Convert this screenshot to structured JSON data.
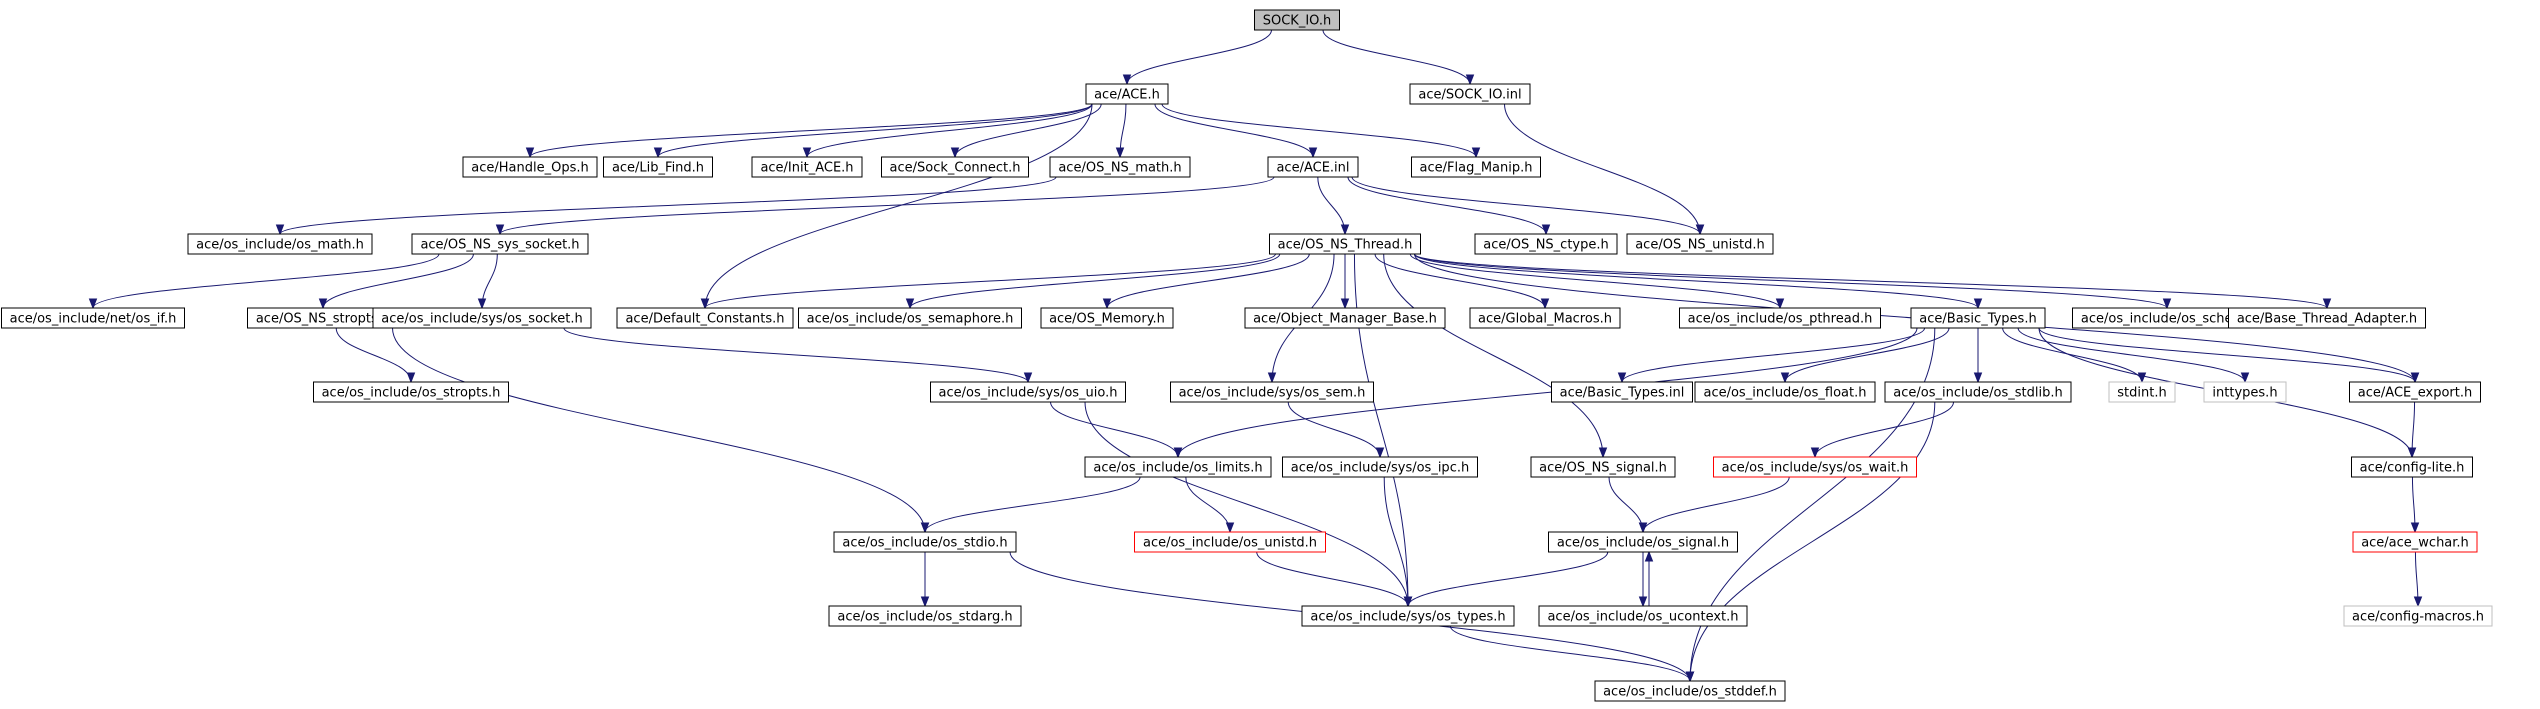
{
  "diagram": {
    "type": "include-dependency-graph",
    "nodes": [
      {
        "id": "sock_io_h",
        "label": "SOCK_IO.h",
        "style": "root"
      },
      {
        "id": "ace_h",
        "label": "ace/ACE.h",
        "style": "normal"
      },
      {
        "id": "sock_io_inl",
        "label": "ace/SOCK_IO.inl",
        "style": "normal"
      },
      {
        "id": "handle_ops",
        "label": "ace/Handle_Ops.h",
        "style": "normal"
      },
      {
        "id": "lib_find",
        "label": "ace/Lib_Find.h",
        "style": "normal"
      },
      {
        "id": "init_ace",
        "label": "ace/Init_ACE.h",
        "style": "normal"
      },
      {
        "id": "sock_connect",
        "label": "ace/Sock_Connect.h",
        "style": "normal"
      },
      {
        "id": "os_ns_math",
        "label": "ace/OS_NS_math.h",
        "style": "normal"
      },
      {
        "id": "ace_inl",
        "label": "ace/ACE.inl",
        "style": "normal"
      },
      {
        "id": "flag_manip",
        "label": "ace/Flag_Manip.h",
        "style": "normal"
      },
      {
        "id": "os_math",
        "label": "ace/os_include/os_math.h",
        "style": "normal"
      },
      {
        "id": "os_ns_sys_socket",
        "label": "ace/OS_NS_sys_socket.h",
        "style": "normal"
      },
      {
        "id": "os_ns_thread",
        "label": "ace/OS_NS_Thread.h",
        "style": "normal"
      },
      {
        "id": "os_ns_ctype",
        "label": "ace/OS_NS_ctype.h",
        "style": "normal"
      },
      {
        "id": "os_ns_unistd",
        "label": "ace/OS_NS_unistd.h",
        "style": "normal"
      },
      {
        "id": "net_os_if",
        "label": "ace/os_include/net/os_if.h",
        "style": "normal"
      },
      {
        "id": "os_ns_stropts",
        "label": "ace/OS_NS_stropts.h",
        "style": "normal"
      },
      {
        "id": "sys_os_socket",
        "label": "ace/os_include/sys/os_socket.h",
        "style": "normal"
      },
      {
        "id": "default_constants",
        "label": "ace/Default_Constants.h",
        "style": "normal"
      },
      {
        "id": "os_semaphore",
        "label": "ace/os_include/os_semaphore.h",
        "style": "normal"
      },
      {
        "id": "os_memory",
        "label": "ace/OS_Memory.h",
        "style": "normal"
      },
      {
        "id": "object_manager_base",
        "label": "ace/Object_Manager_Base.h",
        "style": "normal"
      },
      {
        "id": "global_macros",
        "label": "ace/Global_Macros.h",
        "style": "normal"
      },
      {
        "id": "os_pthread",
        "label": "ace/os_include/os_pthread.h",
        "style": "normal"
      },
      {
        "id": "basic_types_h",
        "label": "ace/Basic_Types.h",
        "style": "normal"
      },
      {
        "id": "os_sched",
        "label": "ace/os_include/os_sched.h",
        "style": "normal"
      },
      {
        "id": "base_thread_adapter",
        "label": "ace/Base_Thread_Adapter.h",
        "style": "normal"
      },
      {
        "id": "os_stropts",
        "label": "ace/os_include/os_stropts.h",
        "style": "normal"
      },
      {
        "id": "sys_os_uio",
        "label": "ace/os_include/sys/os_uio.h",
        "style": "normal"
      },
      {
        "id": "sys_os_sem",
        "label": "ace/os_include/sys/os_sem.h",
        "style": "normal"
      },
      {
        "id": "basic_types_inl",
        "label": "ace/Basic_Types.inl",
        "style": "normal"
      },
      {
        "id": "os_float",
        "label": "ace/os_include/os_float.h",
        "style": "normal"
      },
      {
        "id": "os_stdlib",
        "label": "ace/os_include/os_stdlib.h",
        "style": "normal"
      },
      {
        "id": "stdint",
        "label": "stdint.h",
        "style": "gray"
      },
      {
        "id": "inttypes",
        "label": "inttypes.h",
        "style": "gray"
      },
      {
        "id": "ace_export",
        "label": "ace/ACE_export.h",
        "style": "normal"
      },
      {
        "id": "os_limits",
        "label": "ace/os_include/os_limits.h",
        "style": "normal"
      },
      {
        "id": "sys_os_ipc",
        "label": "ace/os_include/sys/os_ipc.h",
        "style": "normal"
      },
      {
        "id": "os_ns_signal",
        "label": "ace/OS_NS_signal.h",
        "style": "normal"
      },
      {
        "id": "sys_os_wait",
        "label": "ace/os_include/sys/os_wait.h",
        "style": "red"
      },
      {
        "id": "config_lite",
        "label": "ace/config-lite.h",
        "style": "normal"
      },
      {
        "id": "os_stdio",
        "label": "ace/os_include/os_stdio.h",
        "style": "normal"
      },
      {
        "id": "os_unistd",
        "label": "ace/os_include/os_unistd.h",
        "style": "red"
      },
      {
        "id": "os_signal",
        "label": "ace/os_include/os_signal.h",
        "style": "normal"
      },
      {
        "id": "ace_wchar",
        "label": "ace/ace_wchar.h",
        "style": "red"
      },
      {
        "id": "os_stdarg",
        "label": "ace/os_include/os_stdarg.h",
        "style": "normal"
      },
      {
        "id": "sys_os_types",
        "label": "ace/os_include/sys/os_types.h",
        "style": "normal"
      },
      {
        "id": "os_ucontext",
        "label": "ace/os_include/os_ucontext.h",
        "style": "normal"
      },
      {
        "id": "config_macros",
        "label": "ace/config-macros.h",
        "style": "gray"
      },
      {
        "id": "os_stddef",
        "label": "ace/os_include/os_stddef.h",
        "style": "normal"
      }
    ],
    "edges": [
      [
        "sock_io_h",
        "ace_h"
      ],
      [
        "sock_io_h",
        "sock_io_inl"
      ],
      [
        "ace_h",
        "handle_ops"
      ],
      [
        "ace_h",
        "lib_find"
      ],
      [
        "ace_h",
        "init_ace"
      ],
      [
        "ace_h",
        "sock_connect"
      ],
      [
        "ace_h",
        "os_ns_math"
      ],
      [
        "ace_h",
        "ace_inl"
      ],
      [
        "ace_h",
        "flag_manip"
      ],
      [
        "ace_h",
        "default_constants"
      ],
      [
        "sock_io_inl",
        "os_ns_unistd"
      ],
      [
        "os_ns_math",
        "os_math"
      ],
      [
        "ace_inl",
        "os_ns_sys_socket"
      ],
      [
        "ace_inl",
        "os_ns_thread"
      ],
      [
        "ace_inl",
        "os_ns_ctype"
      ],
      [
        "ace_inl",
        "os_ns_unistd"
      ],
      [
        "os_ns_sys_socket",
        "net_os_if"
      ],
      [
        "os_ns_sys_socket",
        "os_ns_stropts"
      ],
      [
        "os_ns_sys_socket",
        "sys_os_socket"
      ],
      [
        "os_ns_stropts",
        "os_stropts"
      ],
      [
        "os_ns_stropts",
        "os_stdio"
      ],
      [
        "sys_os_socket",
        "sys_os_uio"
      ],
      [
        "os_ns_thread",
        "default_constants"
      ],
      [
        "os_ns_thread",
        "os_semaphore"
      ],
      [
        "os_ns_thread",
        "os_memory"
      ],
      [
        "os_ns_thread",
        "object_manager_base"
      ],
      [
        "os_ns_thread",
        "global_macros"
      ],
      [
        "os_ns_thread",
        "os_pthread"
      ],
      [
        "os_ns_thread",
        "basic_types_h"
      ],
      [
        "os_ns_thread",
        "os_sched"
      ],
      [
        "os_ns_thread",
        "base_thread_adapter"
      ],
      [
        "os_ns_thread",
        "ace_export"
      ],
      [
        "os_ns_thread",
        "sys_os_sem"
      ],
      [
        "os_ns_thread",
        "os_ns_signal"
      ],
      [
        "os_ns_thread",
        "sys_os_types"
      ],
      [
        "basic_types_h",
        "basic_types_inl"
      ],
      [
        "basic_types_h",
        "os_float"
      ],
      [
        "basic_types_h",
        "os_stdlib"
      ],
      [
        "basic_types_h",
        "stdint"
      ],
      [
        "basic_types_h",
        "inttypes"
      ],
      [
        "basic_types_h",
        "ace_export"
      ],
      [
        "basic_types_h",
        "os_limits"
      ],
      [
        "basic_types_h",
        "config_lite"
      ],
      [
        "basic_types_h",
        "os_stddef"
      ],
      [
        "sys_os_uio",
        "os_limits"
      ],
      [
        "sys_os_uio",
        "sys_os_types"
      ],
      [
        "sys_os_sem",
        "sys_os_ipc"
      ],
      [
        "os_stdlib",
        "sys_os_wait"
      ],
      [
        "os_stdlib",
        "os_stddef"
      ],
      [
        "ace_export",
        "config_lite"
      ],
      [
        "os_limits",
        "os_stdio"
      ],
      [
        "os_limits",
        "os_unistd"
      ],
      [
        "sys_os_ipc",
        "sys_os_types"
      ],
      [
        "os_ns_signal",
        "os_signal"
      ],
      [
        "sys_os_wait",
        "os_signal"
      ],
      [
        "config_lite",
        "ace_wchar"
      ],
      [
        "os_stdio",
        "os_stdarg"
      ],
      [
        "os_stdio",
        "os_stddef"
      ],
      [
        "os_unistd",
        "sys_os_types"
      ],
      [
        "os_signal",
        "sys_os_types"
      ],
      [
        "os_signal",
        "os_ucontext"
      ],
      [
        "os_ucontext",
        "os_signal"
      ],
      [
        "ace_wchar",
        "config_macros"
      ],
      [
        "sys_os_types",
        "os_stddef"
      ]
    ]
  }
}
